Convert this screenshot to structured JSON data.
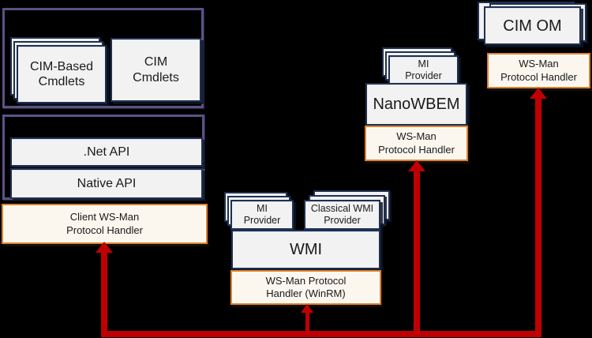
{
  "colors": {
    "background": "#000000",
    "red_connector": "#c00000",
    "navy_border": "#1f3050",
    "purple_border": "#5c5184",
    "orange_border": "#e0812c",
    "box_fill": "#f2f2f2",
    "orange_fill": "#fbf7ef"
  },
  "powershell_group": {
    "cim_based_cmdlets": "CIM-Based\nCmdlets",
    "cim_cmdlets": "CIM\nCmdlets"
  },
  "api_group": {
    "net_api": ".Net API",
    "native_api": "Native API"
  },
  "client_handler": {
    "label": "Client WS-Man\nProtocol Handler"
  },
  "wmi_group": {
    "mi_provider": "MI\nProvider",
    "classical_wmi_provider": "Classical WMI\nProvider",
    "wmi": "WMI",
    "handler": "WS-Man Protocol\nHandler (WinRM)"
  },
  "nanowbem_group": {
    "mi_provider": "MI\nProvider",
    "nanowbem": "NanoWBEM",
    "handler": "WS-Man\nProtocol Handler"
  },
  "cimom_group": {
    "cim_om": "CIM OM",
    "handler": "WS-Man\nProtocol Handler"
  }
}
